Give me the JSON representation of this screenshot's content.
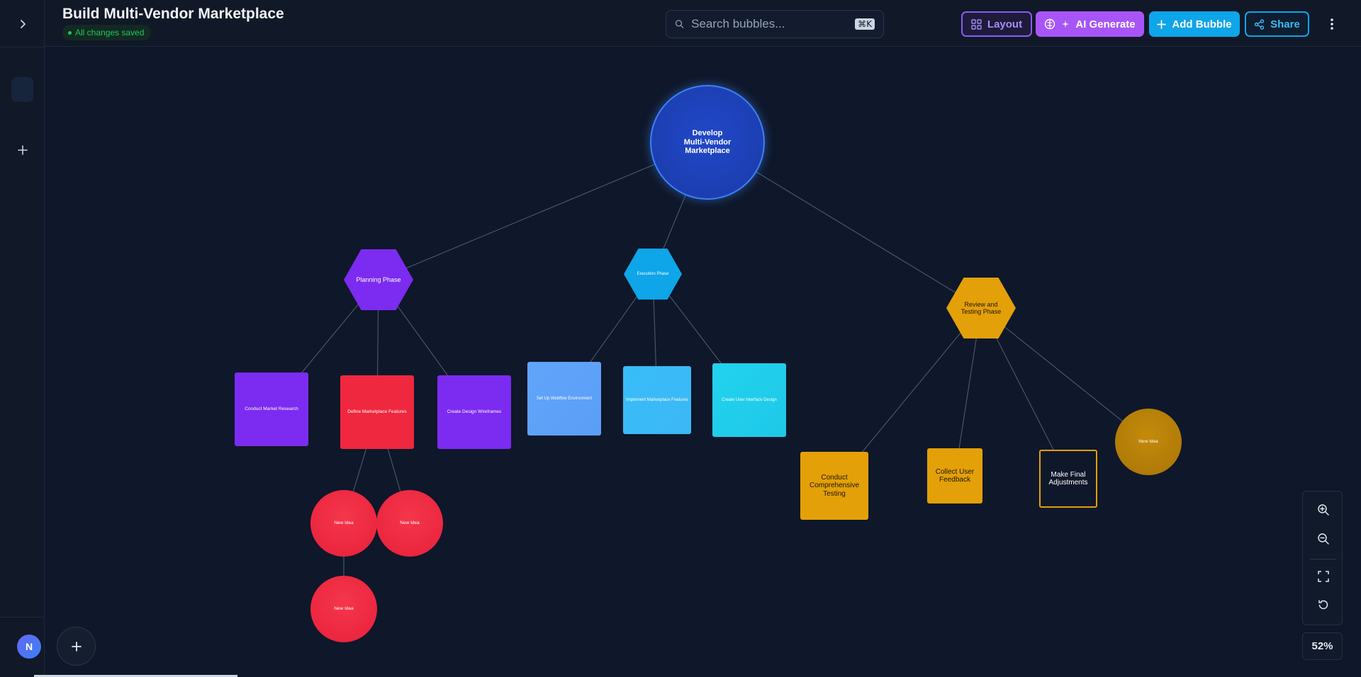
{
  "header": {
    "title": "Build Multi-Vendor Marketplace",
    "save_status": "All changes saved",
    "search_placeholder": "Search bubbles...",
    "search_shortcut": "⌘K",
    "layout_label": "Layout",
    "ai_label": "AI Generate",
    "add_label": "Add Bubble",
    "share_label": "Share"
  },
  "sidebar": {
    "avatar_initial": "N"
  },
  "canvas": {
    "zoom_level": "52%",
    "nodes": [
      {
        "id": "root",
        "label": "Develop Multi-Vendor Marketplace"
      },
      {
        "id": "planning",
        "label": "Planning Phase"
      },
      {
        "id": "execution",
        "label": "Execution Phase"
      },
      {
        "id": "review",
        "label": "Review and Testing Phase"
      },
      {
        "id": "research",
        "label": "Conduct Market Research"
      },
      {
        "id": "features",
        "label": "Define Marketplace Features"
      },
      {
        "id": "wireframes",
        "label": "Create Design Wireframes"
      },
      {
        "id": "webflow",
        "label": "Set Up Webflow Environment"
      },
      {
        "id": "implement",
        "label": "Implement Marketplace Features"
      },
      {
        "id": "ui",
        "label": "Create User Interface Design"
      },
      {
        "id": "testing",
        "label": "Conduct Comprehensive Testing"
      },
      {
        "id": "feedback",
        "label": "Collect User Feedback"
      },
      {
        "id": "adjust",
        "label": "Make Final Adjustments"
      },
      {
        "id": "idea_review",
        "label": "New Idea"
      },
      {
        "id": "idea1",
        "label": "New Idea"
      },
      {
        "id": "idea2",
        "label": "New Idea"
      },
      {
        "id": "idea3",
        "label": "New Idea"
      }
    ],
    "edges": [
      [
        "root",
        "planning"
      ],
      [
        "root",
        "execution"
      ],
      [
        "root",
        "review"
      ],
      [
        "planning",
        "research"
      ],
      [
        "planning",
        "features"
      ],
      [
        "planning",
        "wireframes"
      ],
      [
        "execution",
        "webflow"
      ],
      [
        "execution",
        "implement"
      ],
      [
        "execution",
        "ui"
      ],
      [
        "review",
        "testing"
      ],
      [
        "review",
        "feedback"
      ],
      [
        "review",
        "adjust"
      ],
      [
        "review",
        "idea_review"
      ],
      [
        "features",
        "idea1"
      ],
      [
        "features",
        "idea2"
      ],
      [
        "idea1",
        "idea3"
      ]
    ]
  },
  "colors": {
    "purple": "#7c2bf0",
    "red": "#f0283f",
    "sky": "#0ea5e9",
    "gold": "#e3a008",
    "root_blue": "#1e40af"
  }
}
